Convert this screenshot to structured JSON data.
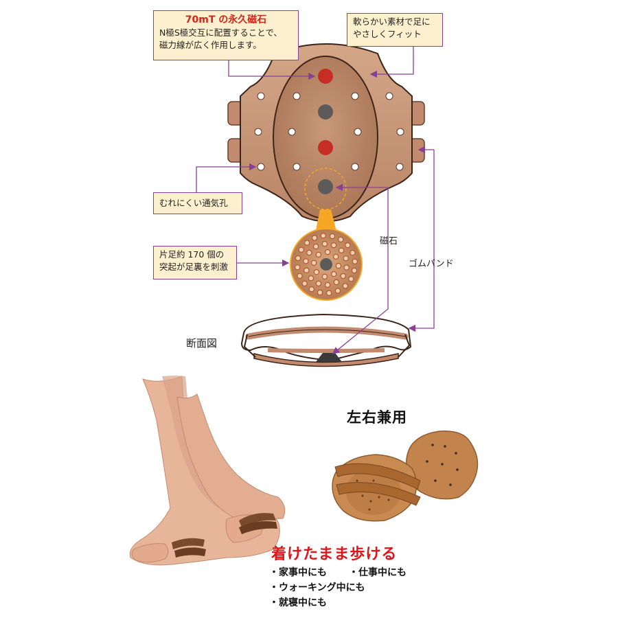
{
  "callouts": {
    "magnet": {
      "title": "70mT の永久磁石",
      "line1": "N極S極交互に配置することで、",
      "line2": "磁力線が広く作用します。"
    },
    "material": {
      "line1": "軟らかい素材で足に",
      "line2": "やさしくフィット"
    },
    "vents": {
      "line1": "むれにくい通気孔"
    },
    "bumps": {
      "line1": "片足約 170 個の",
      "line2": "突起が足裏を刺激"
    }
  },
  "labels": {
    "magnet": "磁石",
    "band": "ゴムバンド",
    "cross_section": "断面図"
  },
  "product": {
    "title": "左右兼用",
    "catchphrase": "着けたまま歩ける",
    "usage": [
      "・家事中にも",
      "・仕事中にも",
      "・ウォーキング中にも",
      "・就寝中にも"
    ]
  },
  "colors": {
    "leather": "#c8987a",
    "leather_dark": "#a9785a",
    "pad": "#b98868",
    "magnet_red": "#c62d25",
    "magnet_gray": "#5d5a5a",
    "line_purple": "#8a3f96",
    "callout_bg": "#fdf0cf",
    "accent_orange": "#f5a623",
    "catch_red": "#e0141a"
  }
}
